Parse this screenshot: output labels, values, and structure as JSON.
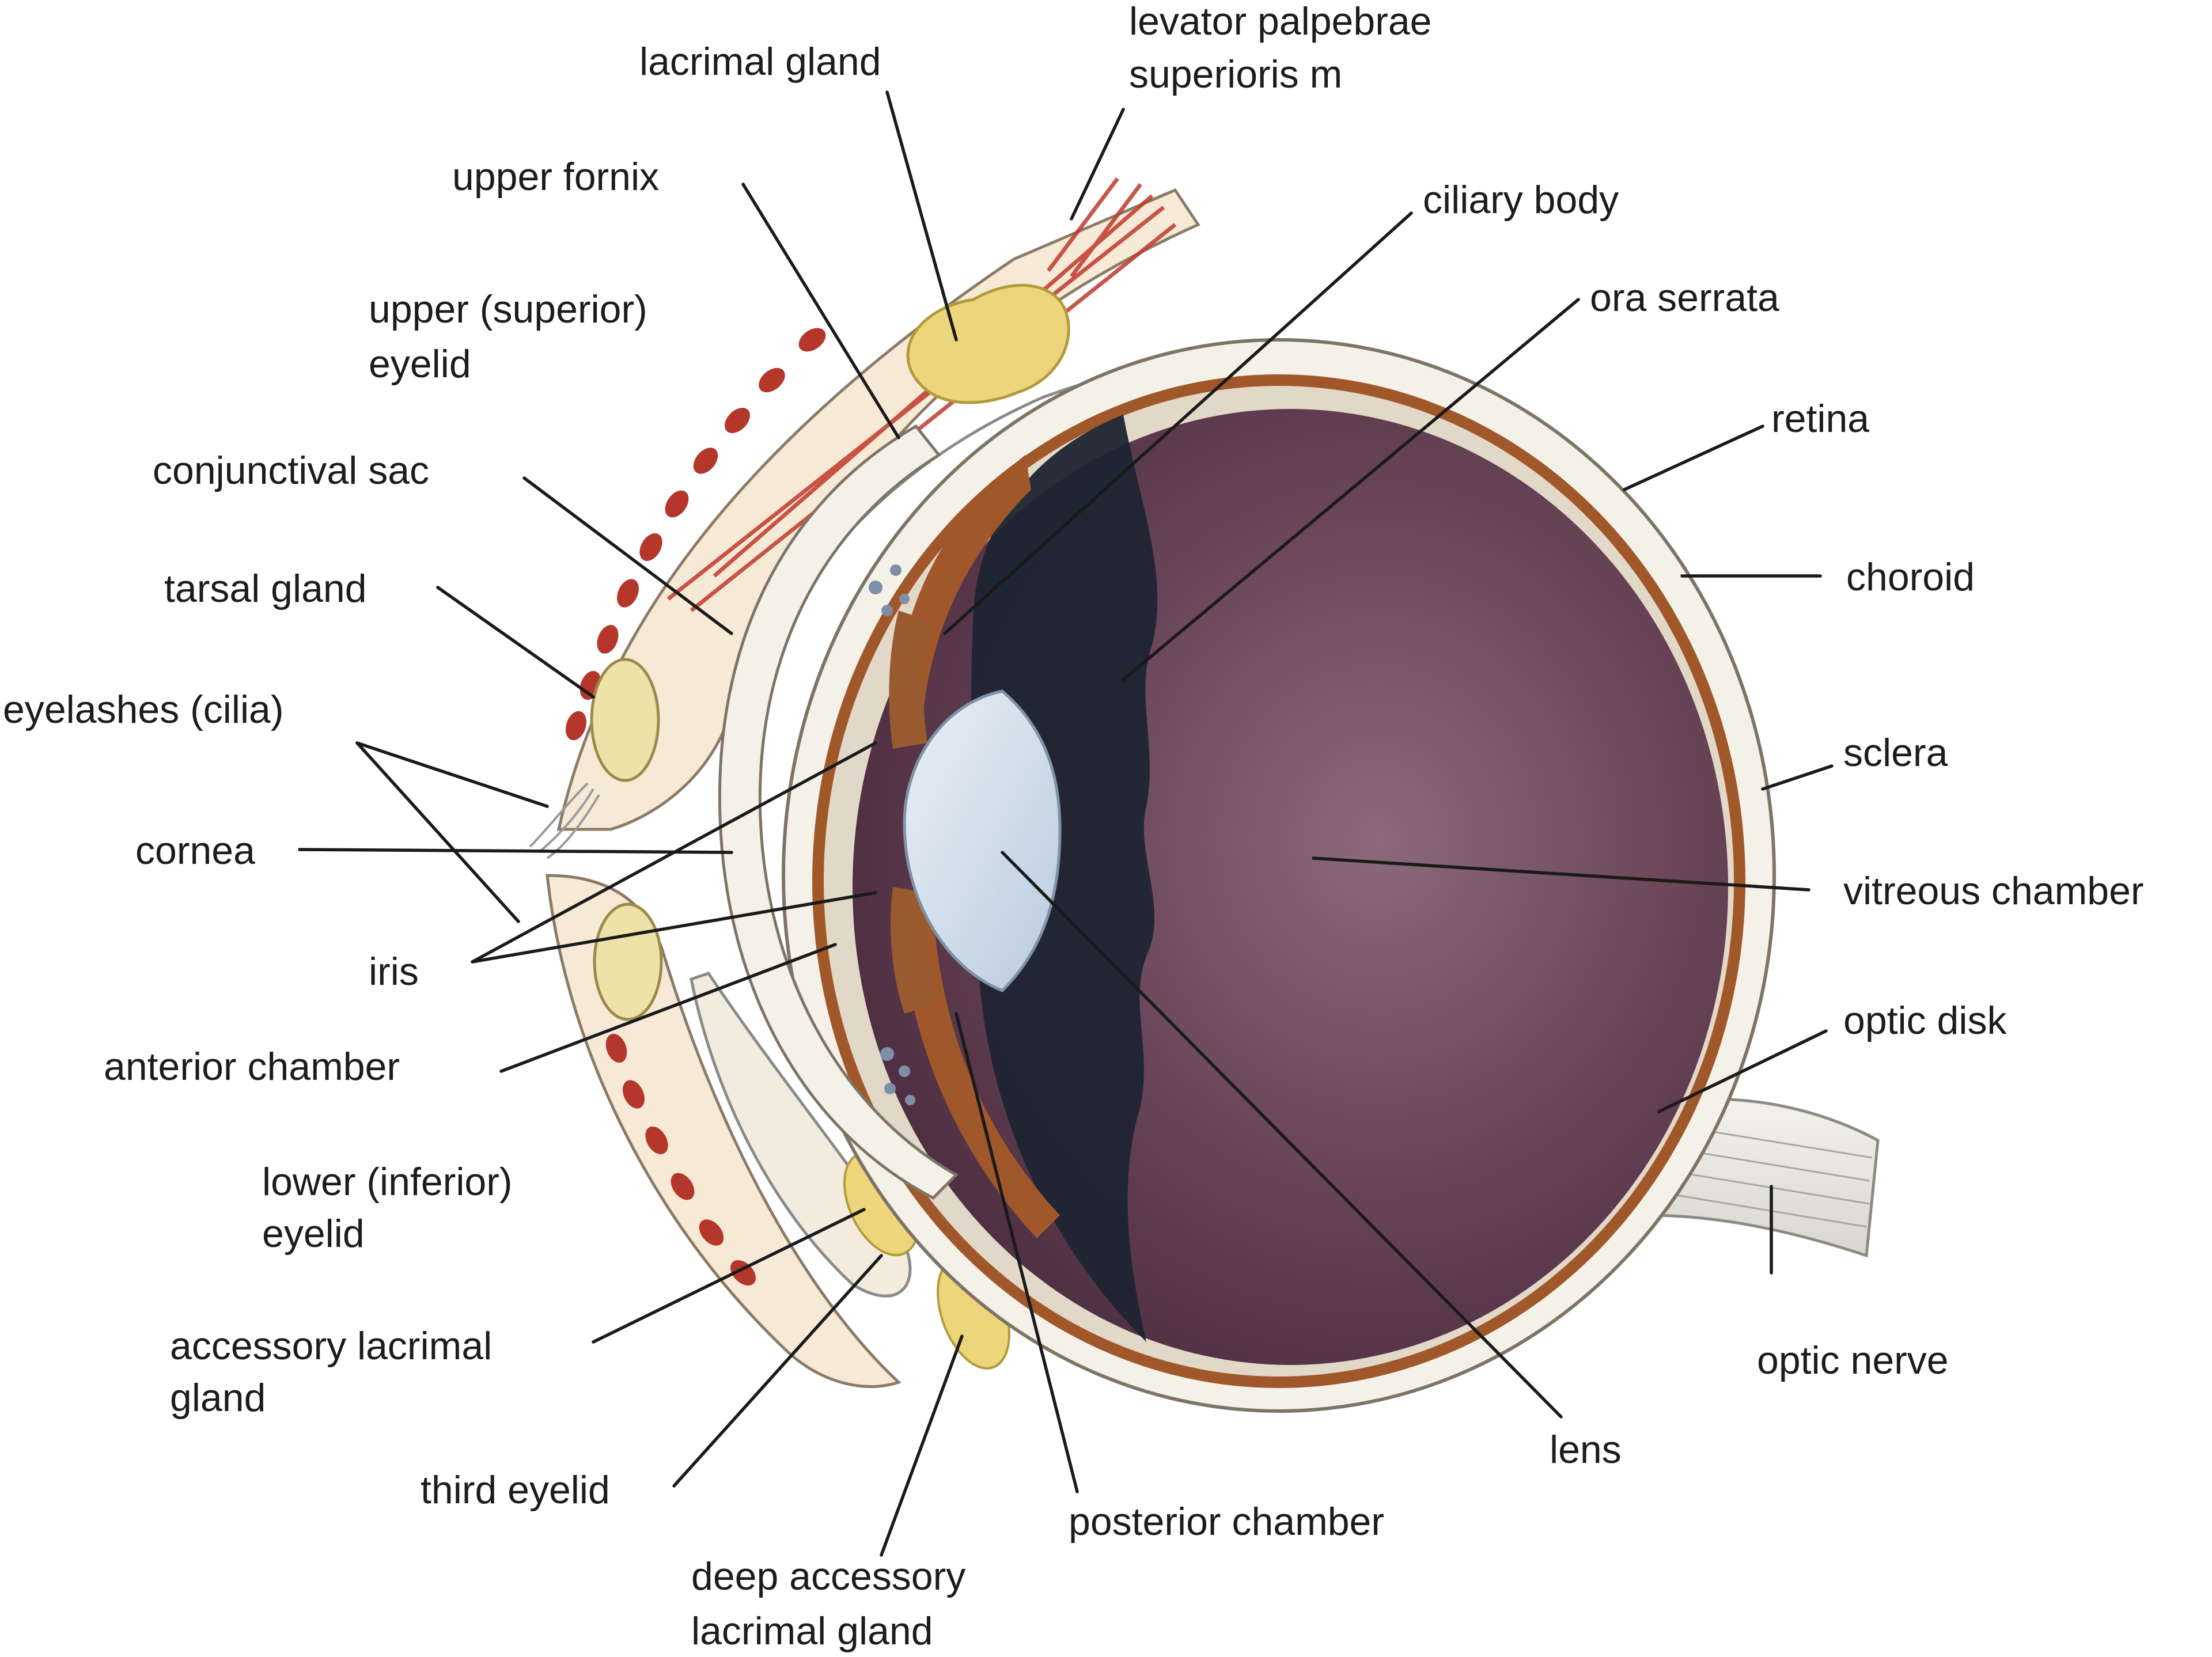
{
  "labels": {
    "lacrimal_gland": "lacrimal gland",
    "levator_line1": "levator palpebrae",
    "levator_line2": "superioris m",
    "upper_fornix": "upper fornix",
    "ciliary_body": "ciliary body",
    "ora_serrata": "ora serrata",
    "upper_eyelid_line1": "upper (superior)",
    "upper_eyelid_line2": "eyelid",
    "retina": "retina",
    "conjunctival_sac": "conjunctival sac",
    "choroid": "choroid",
    "tarsal_gland": "tarsal gland",
    "eyelashes": "eyelashes (cilia)",
    "sclera": "sclera",
    "cornea": "cornea",
    "vitreous_chamber": "vitreous chamber",
    "iris": "iris",
    "optic_disk": "optic disk",
    "anterior_chamber": "anterior chamber",
    "lower_eyelid_line1": "lower (inferior)",
    "lower_eyelid_line2": "eyelid",
    "optic_nerve": "optic nerve",
    "accessory_line1": "accessory lacrimal",
    "accessory_line2": "gland",
    "lens": "lens",
    "third_eyelid": "third eyelid",
    "posterior_chamber": "posterior chamber",
    "deep_line1": "deep accessory",
    "deep_line2": "lacrimal gland"
  },
  "colors": {
    "vitreous": "#5e3a4c",
    "retina_dark": "#1e2433",
    "choroid_brown": "#a0582a",
    "sclera": "#f4f1e8",
    "lens": "#d6e3ef",
    "gland_yellow": "#e9d88a",
    "muscle_red": "#c0392b",
    "optic_nerve": "#e8e6e0"
  }
}
